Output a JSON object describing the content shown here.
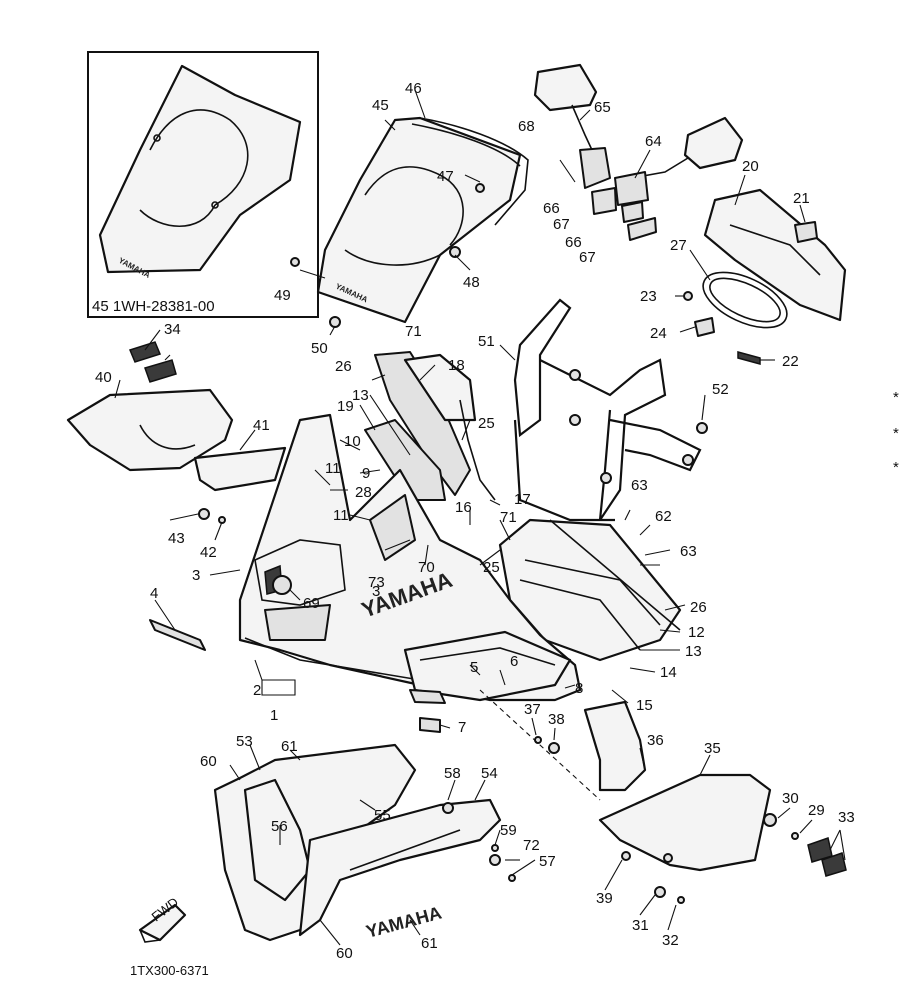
{
  "diagram": {
    "inset_label": "45 1WH-28381-00",
    "drawing_code": "1TX300-6371",
    "brand_text": "YAMAHA",
    "fwd_text": "FWD",
    "windscreen_text": "YAMAHA",
    "side_marks": [
      "*",
      "*",
      "*"
    ],
    "callouts": [
      "1",
      "2",
      "3",
      "3",
      "4",
      "5",
      "6",
      "7",
      "8",
      "9",
      "10",
      "11",
      "11",
      "12",
      "13",
      "13",
      "14",
      "15",
      "16",
      "17",
      "18",
      "19",
      "20",
      "21",
      "22",
      "23",
      "24",
      "25",
      "25",
      "26",
      "26",
      "27",
      "28",
      "29",
      "30",
      "31",
      "32",
      "33",
      "34",
      "35",
      "36",
      "37",
      "38",
      "39",
      "40",
      "41",
      "42",
      "43",
      "45",
      "46",
      "47",
      "48",
      "49",
      "50",
      "51",
      "52",
      "53",
      "54",
      "55",
      "56",
      "57",
      "58",
      "59",
      "60",
      "60",
      "61",
      "61",
      "62",
      "63",
      "63",
      "64",
      "65",
      "66",
      "66",
      "67",
      "67",
      "68",
      "69",
      "70",
      "71",
      "71",
      "72",
      "73"
    ]
  }
}
